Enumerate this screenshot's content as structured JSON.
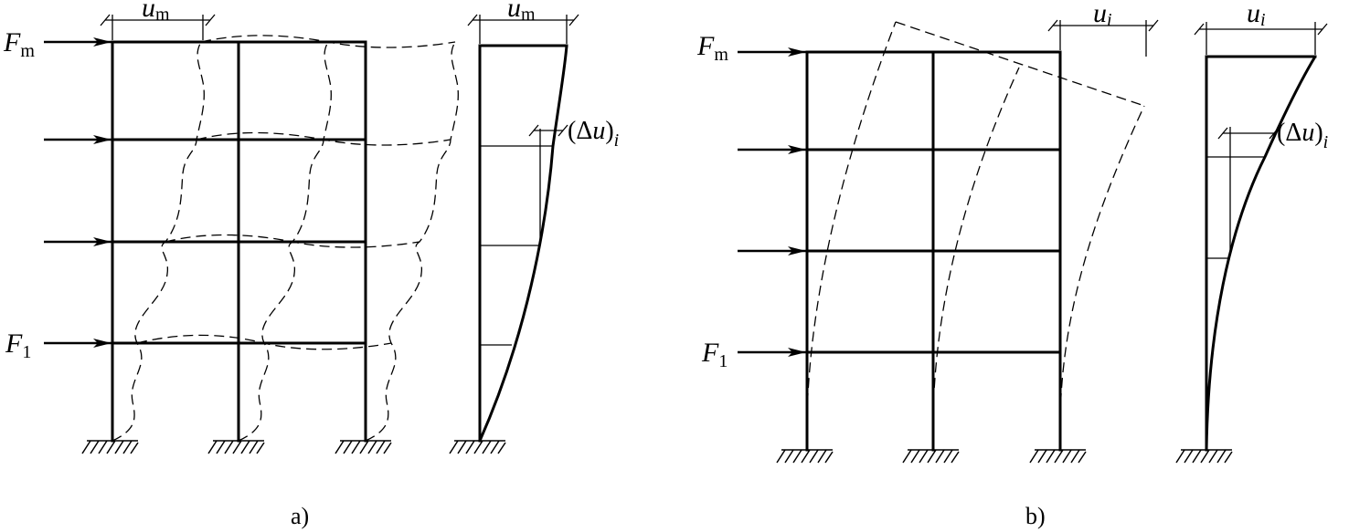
{
  "panel_a": {
    "caption": "a)",
    "force_top": {
      "symbol": "F",
      "subscript": "m"
    },
    "force_bottom": {
      "symbol": "F",
      "subscript": "1"
    },
    "frame_disp": {
      "symbol": "u",
      "subscript": "m"
    },
    "profile_disp": {
      "symbol": "u",
      "subscript": "m"
    },
    "drift": {
      "paren": "(Δ",
      "symbol": "u",
      "close": ")",
      "subscript": "i"
    }
  },
  "panel_b": {
    "caption": "b)",
    "force_top": {
      "symbol": "F",
      "subscript": "m"
    },
    "force_bottom": {
      "symbol": "F",
      "subscript": "1"
    },
    "frame_disp": {
      "symbol": "u",
      "subscript": "i"
    },
    "profile_disp": {
      "symbol": "u",
      "subscript": "i"
    },
    "drift": {
      "paren": "(Δ",
      "symbol": "u",
      "close": ")",
      "subscript": "i"
    }
  },
  "colors": {
    "ink": "#000000",
    "paper": "#ffffff"
  }
}
